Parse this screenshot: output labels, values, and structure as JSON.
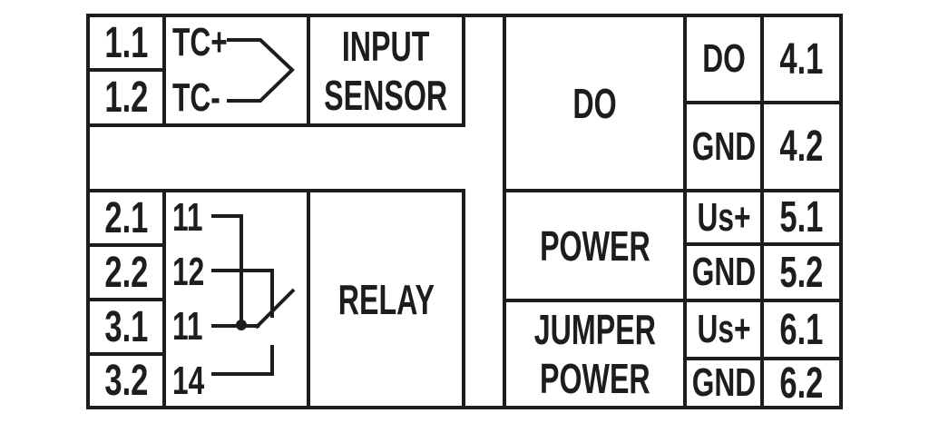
{
  "diagram_type": "terminal-wiring-diagram",
  "colors": {
    "line": "#1d1d1b",
    "background": "#ffffff"
  },
  "left": {
    "input_block": {
      "terminals": [
        "1.1",
        "1.2"
      ],
      "signals": [
        "TC+",
        "TC-"
      ],
      "box_label": [
        "INPUT",
        "SENSOR"
      ],
      "icon": "thermocouple-icon"
    },
    "relay_block": {
      "terminals": [
        "2.1",
        "2.2",
        "3.1",
        "3.2"
      ],
      "contacts": [
        "11",
        "12",
        "11",
        "14"
      ],
      "box_label": "RELAY",
      "icon": "relay-changeover-contact-icon"
    }
  },
  "right": {
    "do_block": {
      "box_label": "DO",
      "rows": [
        {
          "signal": "DO",
          "terminal": "4.1"
        },
        {
          "signal": "GND",
          "terminal": "4.2"
        }
      ]
    },
    "power_block": {
      "box_label": "POWER",
      "rows": [
        {
          "signal": "Us+",
          "terminal": "5.1"
        },
        {
          "signal": "GND",
          "terminal": "5.2"
        }
      ]
    },
    "jumper_power_block": {
      "box_label": [
        "JUMPER",
        "POWER"
      ],
      "rows": [
        {
          "signal": "Us+",
          "terminal": "6.1"
        },
        {
          "signal": "GND",
          "terminal": "6.2"
        }
      ]
    }
  }
}
